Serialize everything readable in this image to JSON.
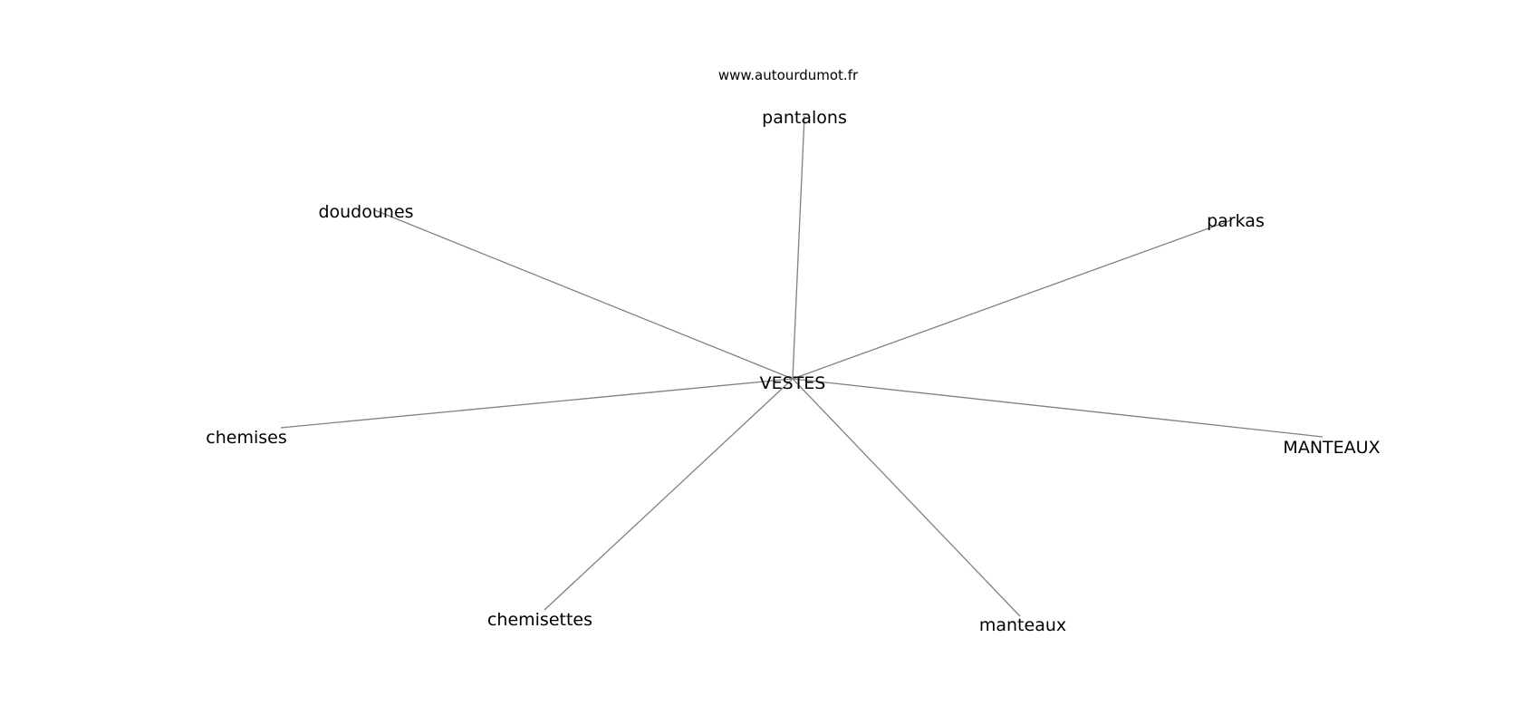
{
  "source": "www.autourdumot.fr",
  "center": {
    "label": "VESTES"
  },
  "neighbors": [
    {
      "id": "pantalons",
      "label": "pantalons"
    },
    {
      "id": "doudounes",
      "label": "doudounes"
    },
    {
      "id": "parkas",
      "label": "parkas"
    },
    {
      "id": "chemises",
      "label": "chemises"
    },
    {
      "id": "manteaux-upper",
      "label": "MANTEAUX"
    },
    {
      "id": "chemisettes",
      "label": "chemisettes"
    },
    {
      "id": "manteaux",
      "label": "manteaux"
    }
  ],
  "colors": {
    "edge": "#808080",
    "text": "#000000",
    "background": "#ffffff"
  }
}
